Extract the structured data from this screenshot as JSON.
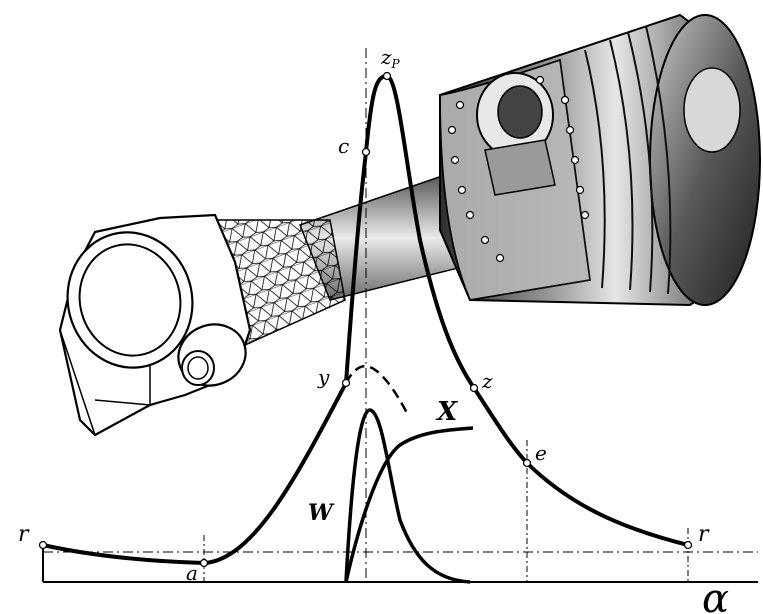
{
  "labels": {
    "r_left": "r",
    "a": "a",
    "c": "c",
    "zp_main": "z",
    "zp_sub": "P",
    "y": "y",
    "z": "z",
    "e": "e",
    "r_right": "r",
    "w": "W",
    "x": "X",
    "alpha": "α"
  },
  "colors": {
    "stroke": "#000000",
    "metal_dark": "#3a3a3a",
    "metal_mid": "#8c8c8c",
    "metal_light": "#f2f2f2"
  }
}
